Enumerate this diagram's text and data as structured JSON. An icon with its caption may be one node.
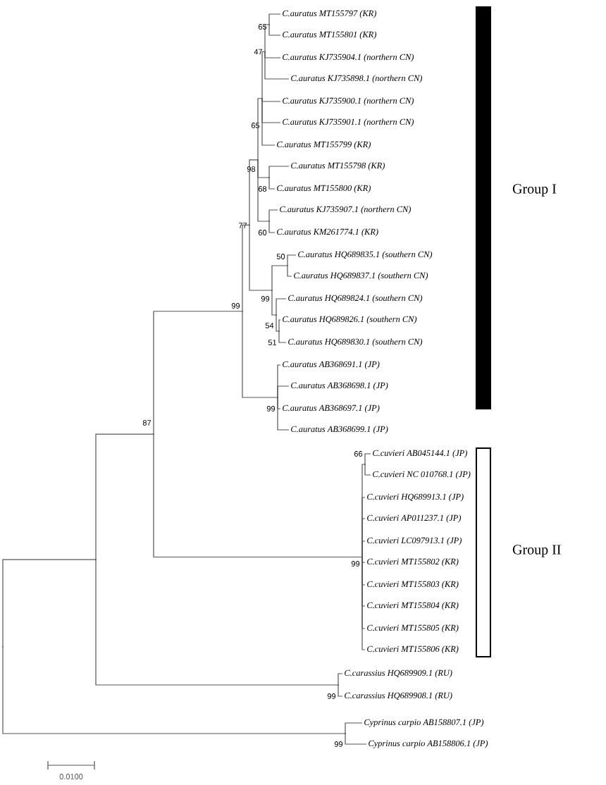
{
  "diagram": {
    "nodes": [
      {
        "text": [
          "C.auratus MT155797 (KR)"
        ]
      },
      {
        "text": [
          "C.auratus MT155801 (KR)"
        ]
      },
      {
        "text": [
          "C.auratus KJ735904.1 (northern CN)"
        ]
      },
      {
        "text": [
          "C.auratus KJ735898.1 (northern CN)"
        ]
      },
      {
        "text": [
          "C.auratus KJ735900.1 (northern CN)"
        ]
      },
      {
        "text": [
          "C.auratus KJ735901.1 (northern CN)"
        ]
      },
      {
        "text": [
          "C.auratus MT155799 (KR)"
        ]
      },
      {
        "text": [
          "C.auratus MT155798 (KR)"
        ]
      },
      {
        "text": [
          "C.auratus MT155800 (KR)"
        ]
      },
      {
        "text": [
          "C.auratus KJ735907.1 (northern CN)"
        ]
      },
      {
        "text": [
          "C.auratus KM261774.1 (KR)"
        ]
      },
      {
        "text": [
          "C.auratus HQ689835.1 (southern CN)"
        ]
      },
      {
        "text": [
          "C.auratus HQ689837.1 (southern CN)"
        ]
      },
      {
        "text": [
          "C.auratus HQ689824.1 (southern CN)"
        ]
      },
      {
        "text": [
          "C.auratus HQ689826.1 (southern CN)"
        ]
      },
      {
        "text": [
          "C.auratus HQ689830.1 (southern CN)"
        ]
      },
      {
        "text": [
          "C.auratus AB368691.1 (JP)"
        ]
      },
      {
        "text": [
          "C.auratus AB368698.1 (JP)"
        ]
      },
      {
        "text": [
          "C.auratus AB368697.1 (JP)"
        ]
      },
      {
        "text": [
          "C.auratus AB368699.1 (JP)"
        ]
      },
      {
        "text": [
          "C.cuvieri AB045144.1 (JP)"
        ]
      },
      {
        "text": [
          "C.cuvieri NC 010768.1 (JP)"
        ]
      },
      {
        "text": [
          "C.cuvieri HQ689913.1 (JP)"
        ]
      },
      {
        "text": [
          "C.cuvieri AP011237.1 (JP)"
        ]
      },
      {
        "text": [
          "C.cuvieri LC097913.1 (JP)"
        ]
      },
      {
        "text": [
          "C.cuvieri MT155802 (KR)"
        ]
      },
      {
        "text": [
          "C.cuvieri MT155803 (KR)"
        ]
      },
      {
        "text": [
          "C.cuvieri MT155804 (KR)"
        ]
      },
      {
        "text": [
          "C.cuvieri MT155805 (KR)"
        ]
      },
      {
        "text": [
          "C.cuvieri MT155806 (KR)"
        ]
      },
      {
        "text": [
          "C.carassius HQ689909.1 (RU)"
        ]
      },
      {
        "text": [
          "C.carassius HQ689908.1 (RU)"
        ]
      },
      {
        "text": [
          "Cyprinus carpio AB158807.1 (JP)"
        ]
      },
      {
        "text": [
          "Cyprinus carpio AB158806.1 (JP)"
        ]
      },
      {
        "text": [
          "Group I"
        ]
      },
      {
        "text": [
          "Group II"
        ]
      },
      {
        "text": [],
        "shape": "point",
        "beside": [
          "65"
        ]
      },
      {
        "text": [],
        "shape": "point",
        "beside": [
          "47"
        ]
      },
      {
        "text": [],
        "shape": "point",
        "beside": [
          "65"
        ]
      },
      {
        "text": [],
        "shape": "point",
        "beside": [
          "68"
        ]
      },
      {
        "text": [],
        "shape": "point",
        "beside": [
          "60"
        ]
      },
      {
        "text": [],
        "shape": "point",
        "beside": [
          "98"
        ]
      },
      {
        "text": [],
        "shape": "point",
        "beside": [
          "50"
        ]
      },
      {
        "text": [],
        "shape": "point",
        "beside": [
          "51"
        ]
      },
      {
        "text": [],
        "shape": "point",
        "beside": [
          "54"
        ]
      },
      {
        "text": [],
        "shape": "point",
        "beside": [
          "99"
        ]
      },
      {
        "text": [],
        "shape": "point",
        "beside": [
          "77"
        ]
      },
      {
        "text": [],
        "shape": "point",
        "beside": [
          "99"
        ]
      },
      {
        "text": [],
        "shape": "point",
        "beside": [
          "99"
        ]
      },
      {
        "text": [],
        "shape": "point",
        "beside": [
          "66"
        ]
      },
      {
        "text": [],
        "shape": "point",
        "beside": [
          "99"
        ]
      },
      {
        "text": [],
        "shape": "point",
        "beside": [
          "87"
        ]
      },
      {
        "text": [],
        "shape": "point",
        "beside": [
          "99"
        ]
      },
      {
        "text": [],
        "shape": "point"
      },
      {
        "text": [],
        "shape": "point",
        "beside": [
          "99"
        ]
      },
      {
        "text": [],
        "shape": "point"
      }
    ],
    "edges": [
      {
        "from": 36,
        "to": 0,
        "arrow": "none"
      },
      {
        "from": 36,
        "to": 1,
        "arrow": "none"
      },
      {
        "from": 37,
        "to": 36,
        "arrow": "none"
      },
      {
        "from": 37,
        "to": 2,
        "arrow": "none"
      },
      {
        "from": 37,
        "to": 3,
        "arrow": "none"
      },
      {
        "from": 38,
        "to": 37,
        "arrow": "none"
      },
      {
        "from": 38,
        "to": 4,
        "arrow": "none"
      },
      {
        "from": 38,
        "to": 5,
        "arrow": "none"
      },
      {
        "from": 38,
        "to": 6,
        "arrow": "none"
      },
      {
        "from": 39,
        "to": 7,
        "arrow": "none"
      },
      {
        "from": 39,
        "to": 8,
        "arrow": "none"
      },
      {
        "from": 40,
        "to": 9,
        "arrow": "none"
      },
      {
        "from": 40,
        "to": 10,
        "arrow": "none"
      },
      {
        "from": 41,
        "to": 38,
        "arrow": "none"
      },
      {
        "from": 41,
        "to": 39,
        "arrow": "none"
      },
      {
        "from": 41,
        "to": 40,
        "arrow": "none"
      },
      {
        "from": 42,
        "to": 11,
        "arrow": "none"
      },
      {
        "from": 42,
        "to": 12,
        "arrow": "none"
      },
      {
        "from": 43,
        "to": 14,
        "arrow": "none"
      },
      {
        "from": 43,
        "to": 15,
        "arrow": "none"
      },
      {
        "from": 44,
        "to": 13,
        "arrow": "none"
      },
      {
        "from": 44,
        "to": 43,
        "arrow": "none"
      },
      {
        "from": 45,
        "to": 42,
        "arrow": "none"
      },
      {
        "from": 45,
        "to": 44,
        "arrow": "none"
      },
      {
        "from": 46,
        "to": 41,
        "arrow": "none"
      },
      {
        "from": 46,
        "to": 45,
        "arrow": "none"
      },
      {
        "from": 47,
        "to": 16,
        "arrow": "none"
      },
      {
        "from": 47,
        "to": 17,
        "arrow": "none"
      },
      {
        "from": 47,
        "to": 18,
        "arrow": "none"
      },
      {
        "from": 47,
        "to": 19,
        "arrow": "none"
      },
      {
        "from": 48,
        "to": 46,
        "arrow": "none"
      },
      {
        "from": 48,
        "to": 47,
        "arrow": "none"
      },
      {
        "from": 49,
        "to": 20,
        "arrow": "none"
      },
      {
        "from": 49,
        "to": 21,
        "arrow": "none"
      },
      {
        "from": 50,
        "to": 49,
        "arrow": "none"
      },
      {
        "from": 50,
        "to": 22,
        "arrow": "none"
      },
      {
        "from": 50,
        "to": 23,
        "arrow": "none"
      },
      {
        "from": 50,
        "to": 24,
        "arrow": "none"
      },
      {
        "from": 50,
        "to": 25,
        "arrow": "none"
      },
      {
        "from": 50,
        "to": 26,
        "arrow": "none"
      },
      {
        "from": 50,
        "to": 27,
        "arrow": "none"
      },
      {
        "from": 50,
        "to": 28,
        "arrow": "none"
      },
      {
        "from": 50,
        "to": 29,
        "arrow": "none"
      },
      {
        "from": 51,
        "to": 48,
        "arrow": "none"
      },
      {
        "from": 51,
        "to": 50,
        "arrow": "none"
      },
      {
        "from": 52,
        "to": 30,
        "arrow": "none"
      },
      {
        "from": 52,
        "to": 31,
        "arrow": "none"
      },
      {
        "from": 53,
        "to": 51,
        "arrow": "none"
      },
      {
        "from": 53,
        "to": 52,
        "arrow": "none"
      },
      {
        "from": 54,
        "to": 32,
        "arrow": "none"
      },
      {
        "from": 54,
        "to": 33,
        "arrow": "none"
      },
      {
        "from": 55,
        "to": 53,
        "arrow": "none"
      },
      {
        "from": 55,
        "to": 54,
        "arrow": "none"
      }
    ],
    "labels": [
      "0.0100"
    ]
  }
}
